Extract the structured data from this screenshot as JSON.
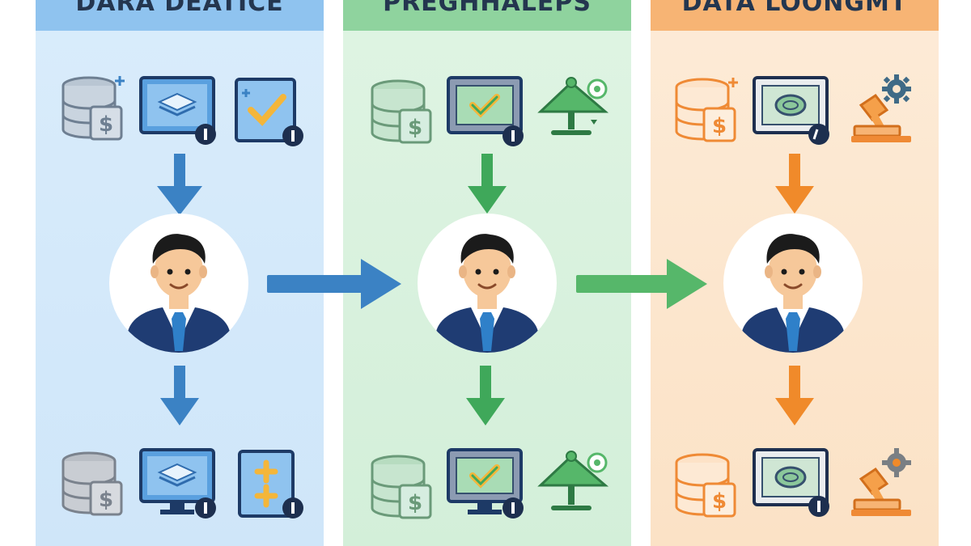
{
  "columns": [
    {
      "id": "blue",
      "title": "DARA DEATICE",
      "accent": "#3b82c4",
      "header_color": "#8fc3ef",
      "background": "#d4e9fa"
    },
    {
      "id": "green",
      "title": "PREGHHALEPS",
      "accent": "#3fa85a",
      "header_color": "#8fd39e",
      "background": "#d8f1de"
    },
    {
      "id": "orange",
      "title": "DATA LOONGMT",
      "accent": "#f08a2a",
      "header_color": "#f7b474",
      "background": "#fbe5cc"
    }
  ],
  "icons": {
    "top_row": [
      "database-dollar-icon",
      "monitor-layers-icon",
      "checkbox-icon",
      "database-dollar-icon",
      "monitor-check-icon",
      "signpost-icon",
      "database-dollar-icon",
      "monitor-coin-icon",
      "gear-stamp-icon"
    ],
    "bottom_row": [
      "database-dollar-icon",
      "monitor-layers-icon",
      "plus-sheet-icon",
      "database-dollar-icon",
      "monitor-check-icon",
      "signpost-icon",
      "database-dollar-icon",
      "monitor-coin-icon",
      "gear-stamp-icon"
    ],
    "person": "businessman-avatar-icon"
  },
  "colors": {
    "suit": "#1f3c73",
    "tie": "#2f80c9",
    "skin": "#f6c89a",
    "hair": "#1b1b1b",
    "badge": "#1d2f4f"
  }
}
